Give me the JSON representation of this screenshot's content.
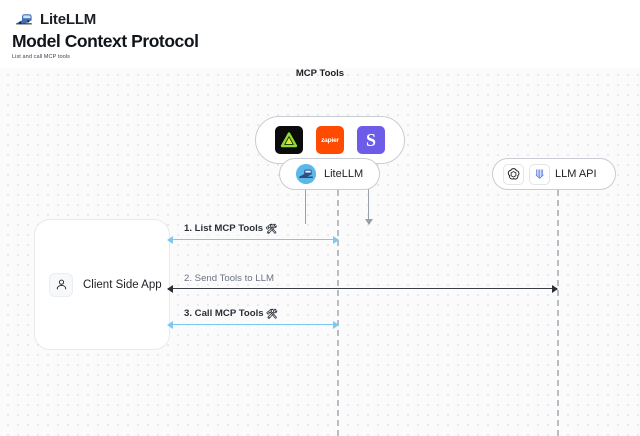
{
  "header": {
    "brand": "LiteLLM",
    "brand_logo_icon": "bullet-train-icon",
    "title": "Model Context Protocol",
    "subtitle": "List and call MCP tools"
  },
  "diagram": {
    "mcp_group": {
      "label": "MCP Tools",
      "tools": [
        {
          "name": "triangle-tool-icon",
          "text": "",
          "bg": "#0b0b0c"
        },
        {
          "name": "zapier-icon",
          "text": "zapier",
          "bg": "#ff4a00"
        },
        {
          "name": "slack-s-icon",
          "text": "S",
          "bg": "#6c5ce7"
        }
      ]
    },
    "nodes": [
      {
        "id": "litellm",
        "label": "LiteLLM",
        "icon": "litellm-avatar-icon"
      },
      {
        "id": "llmapi",
        "label": "LLM API",
        "icons": [
          "openai-icon",
          "anthropic-icon"
        ]
      }
    ],
    "client": {
      "label": "Client Side App",
      "icon": "user-icon"
    },
    "flows": [
      {
        "id": "flow-1",
        "label": "1. List MCP Tools",
        "emoji": "🛠",
        "color": "#7ec8ef",
        "direction": "both"
      },
      {
        "id": "flow-2",
        "label": "2. Send Tools to LLM",
        "emoji": "",
        "color": "#3a3f46",
        "direction": "both"
      },
      {
        "id": "flow-3",
        "label": "3. Call MCP Tools",
        "emoji": "🛠",
        "color": "#7ec8ef",
        "direction": "both"
      }
    ],
    "vertical_flows": [
      {
        "id": "vflow-up",
        "direction": "up"
      },
      {
        "id": "vflow-down",
        "direction": "down"
      }
    ]
  }
}
